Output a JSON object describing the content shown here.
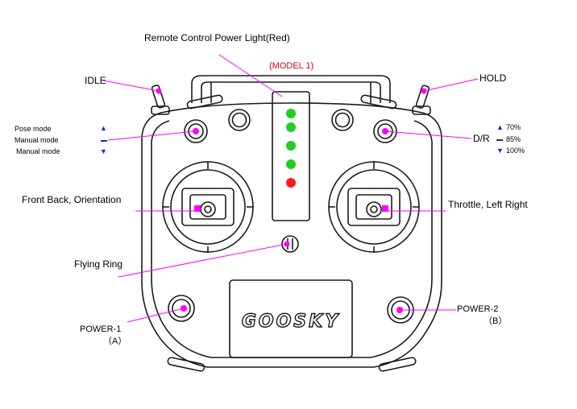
{
  "labels": {
    "power_light": "Remote Control Power Light(Red)",
    "model": "(MODEL 1)",
    "idle": "IDLE",
    "hold": "HOLD",
    "pose_mode": "Pose mode",
    "manual_mode_1": "Manual mode",
    "manual_mode_2": "Manual mode",
    "dr": "D/R",
    "dr_70": "70%",
    "dr_85": "85%",
    "dr_100": "100%",
    "front_back": "Front Back, Orientation",
    "throttle": "Throttle, Left Right",
    "flying_ring": "Flying Ring",
    "power1": "POWER-1",
    "power1_sub": "（A）",
    "power2": "POWER-2",
    "power2_sub": "（B）",
    "brand": "GOOSKY"
  },
  "colors": {
    "outline": "#1a1a1a",
    "marker": "#ff00ff",
    "led_green": "#22cc22",
    "led_red": "#ff1a1a",
    "model_red": "#d0021b",
    "arrow_blue": "#1a2fa0"
  },
  "indicators": [
    {
      "name": "led-green-1",
      "color": "green"
    },
    {
      "name": "led-green-2",
      "color": "green"
    },
    {
      "name": "led-green-3",
      "color": "green"
    },
    {
      "name": "led-green-4",
      "color": "green"
    },
    {
      "name": "led-red",
      "color": "red"
    }
  ]
}
